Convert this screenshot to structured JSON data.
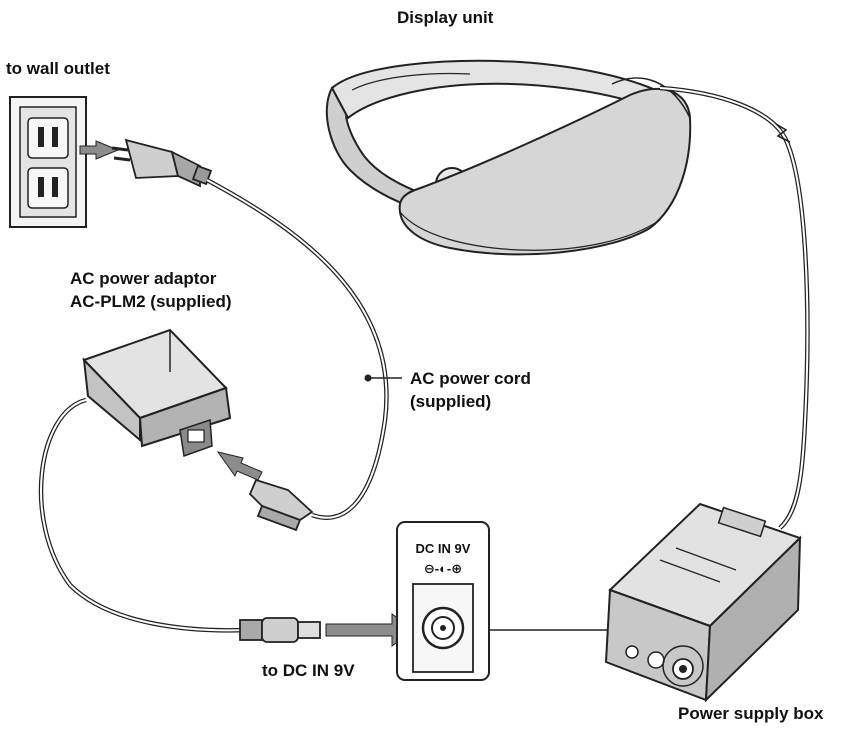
{
  "labels": {
    "display_unit": "Display unit",
    "wall_outlet": "to wall outlet",
    "adaptor_line1": "AC power adaptor",
    "adaptor_line2": "AC-PLM2 (supplied)",
    "cord_line1": "AC power cord",
    "cord_line2": "(supplied)",
    "dc_in_target": "to DC IN 9V",
    "power_box": "Power supply box"
  },
  "jack_panel": {
    "title": "DC IN 9V",
    "polarity": "⊖-◐-⊕"
  },
  "colors": {
    "device_fill": "#d6d6d6",
    "device_dark": "#a9a9a9",
    "outline": "#222222",
    "arrow": "#8c8c8c"
  }
}
